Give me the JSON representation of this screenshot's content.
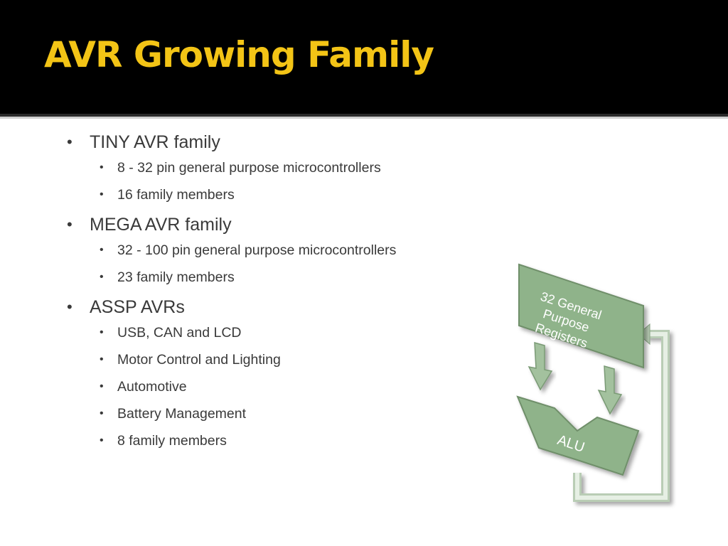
{
  "title": "AVR Growing Family",
  "sections": [
    {
      "heading": "TINY AVR family",
      "items": [
        "8 - 32 pin general purpose microcontrollers",
        "16 family members"
      ]
    },
    {
      "heading": "MEGA AVR family",
      "items": [
        "32 - 100 pin general purpose microcontrollers",
        "23 family members"
      ]
    },
    {
      "heading": "ASSP AVRs",
      "items": [
        "USB, CAN and LCD",
        "Motor Control and Lighting",
        "Automotive",
        "Battery Management",
        "8 family members"
      ]
    }
  ],
  "diagram": {
    "registers_label": [
      "32 General",
      "Purpose",
      "Registers"
    ],
    "alu_label": "ALU"
  },
  "colors": {
    "title": "#f3c416",
    "header_bg": "#000000",
    "block_fill": "#8fb38a"
  }
}
